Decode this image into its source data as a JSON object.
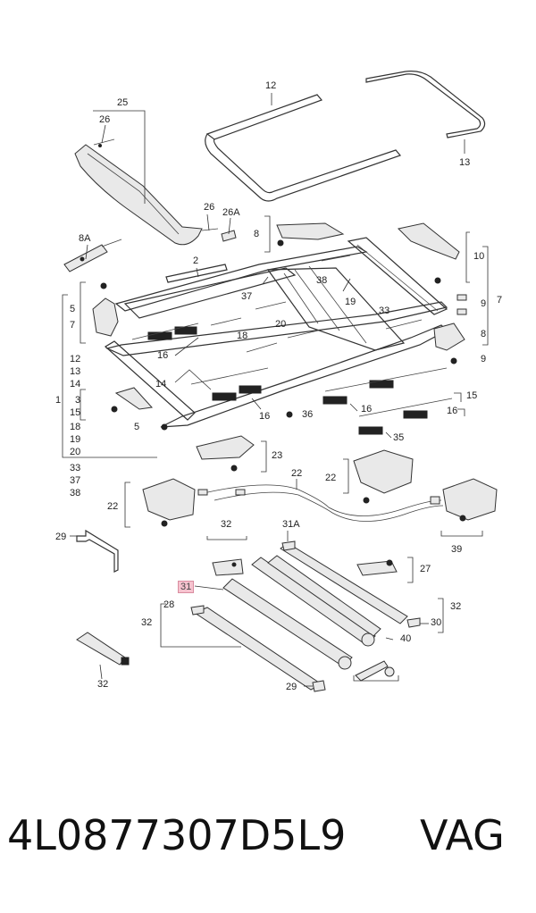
{
  "diagram": {
    "callouts": [
      {
        "id": "c12",
        "text": "12"
      },
      {
        "id": "c13",
        "text": "13"
      },
      {
        "id": "c25",
        "text": "25"
      },
      {
        "id": "c26a",
        "text": "26"
      },
      {
        "id": "c26b",
        "text": "26"
      },
      {
        "id": "c26A",
        "text": "26A"
      },
      {
        "id": "c8A",
        "text": "8A"
      },
      {
        "id": "c8a",
        "text": "8"
      },
      {
        "id": "c10",
        "text": "10"
      },
      {
        "id": "c7a",
        "text": "7"
      },
      {
        "id": "c9a",
        "text": "9"
      },
      {
        "id": "c8b",
        "text": "8"
      },
      {
        "id": "c9b",
        "text": "9"
      },
      {
        "id": "c2",
        "text": "2"
      },
      {
        "id": "c37",
        "text": "37"
      },
      {
        "id": "c38",
        "text": "38"
      },
      {
        "id": "c19",
        "text": "19"
      },
      {
        "id": "c33",
        "text": "33"
      },
      {
        "id": "c5a",
        "text": "5"
      },
      {
        "id": "c7b",
        "text": "7"
      },
      {
        "id": "c18",
        "text": "18"
      },
      {
        "id": "c20",
        "text": "20"
      },
      {
        "id": "c16a",
        "text": "16"
      },
      {
        "id": "c14",
        "text": "14"
      },
      {
        "id": "c16b",
        "text": "16"
      },
      {
        "id": "c36",
        "text": "36"
      },
      {
        "id": "c15",
        "text": "15"
      },
      {
        "id": "c16c",
        "text": "16"
      },
      {
        "id": "c16d",
        "text": "16"
      },
      {
        "id": "c35",
        "text": "35"
      },
      {
        "id": "c5b",
        "text": "5"
      },
      {
        "id": "c23",
        "text": "23"
      },
      {
        "id": "c22a",
        "text": "22"
      },
      {
        "id": "c22b",
        "text": "22"
      },
      {
        "id": "c22c",
        "text": "22"
      },
      {
        "id": "c39",
        "text": "39"
      },
      {
        "id": "c29a",
        "text": "29"
      },
      {
        "id": "c32a",
        "text": "32"
      },
      {
        "id": "c31A",
        "text": "31A"
      },
      {
        "id": "c27",
        "text": "27"
      },
      {
        "id": "c31",
        "text": "31"
      },
      {
        "id": "c32b",
        "text": "32"
      },
      {
        "id": "c30",
        "text": "30"
      },
      {
        "id": "c32c",
        "text": "32"
      },
      {
        "id": "c28",
        "text": "28"
      },
      {
        "id": "c40",
        "text": "40"
      },
      {
        "id": "c32d",
        "text": "32"
      },
      {
        "id": "c29b",
        "text": "29"
      }
    ],
    "left_bracket_list": [
      "12",
      "13",
      "14",
      "15",
      "18",
      "19",
      "20",
      "33",
      "37",
      "38"
    ],
    "left_bracket_main": "1",
    "left_sub_3": "3",
    "left_sub_5": "5",
    "left_sub_7": "7"
  },
  "part_number": "4L0877307D5L9",
  "brand": "VAG"
}
